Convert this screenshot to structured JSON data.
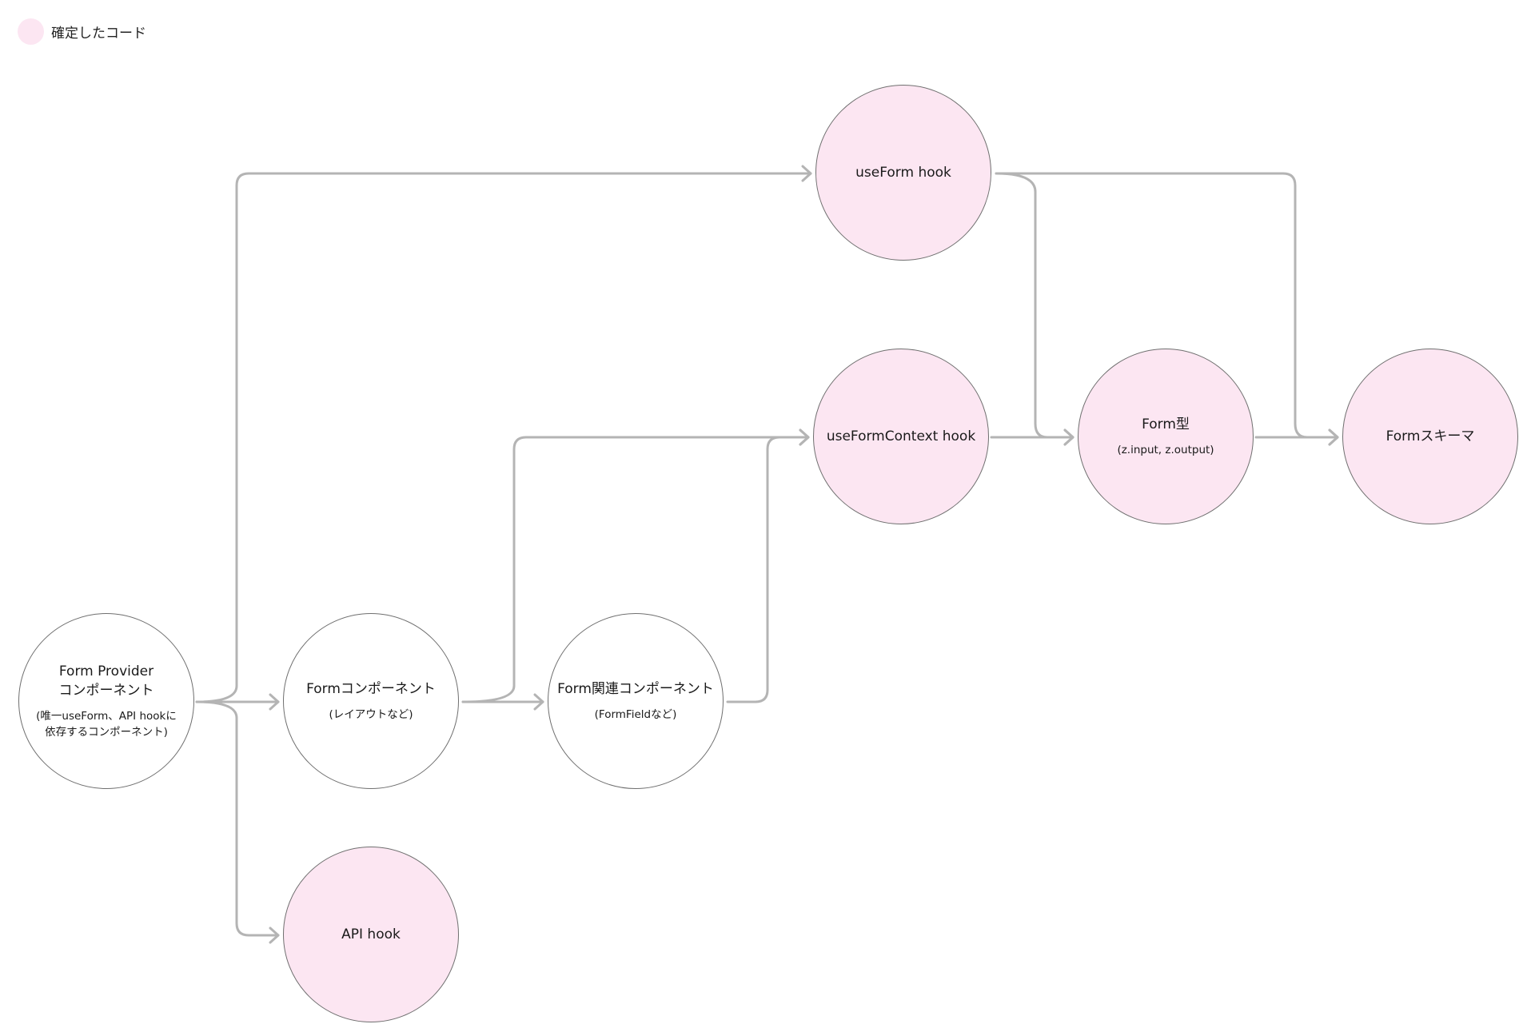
{
  "legend": {
    "label": "確定したコード",
    "color": "#fce6f2"
  },
  "nodes": {
    "form_provider": {
      "title": "Form Provider\nコンポーネント",
      "subtitle": "(唯一useForm、API hookに\n依存するコンポーネント)",
      "confirmed": false
    },
    "form_component": {
      "title": "Formコンポーネント",
      "subtitle": "(レイアウトなど)",
      "confirmed": false
    },
    "form_related": {
      "title": "Form関連コンポーネント",
      "subtitle": "(FormFieldなど)",
      "confirmed": false
    },
    "api_hook": {
      "title": "API hook",
      "confirmed": true
    },
    "use_form": {
      "title": "useForm hook",
      "confirmed": true
    },
    "use_form_context": {
      "title": "useFormContext hook",
      "confirmed": true
    },
    "form_type": {
      "title": "Form型",
      "subtitle": "(z.input, z.output)",
      "confirmed": true
    },
    "form_schema": {
      "title": "Formスキーマ",
      "confirmed": true
    }
  },
  "edges": [
    {
      "from": "form_provider",
      "to": "use_form"
    },
    {
      "from": "form_provider",
      "to": "form_component"
    },
    {
      "from": "form_provider",
      "to": "api_hook"
    },
    {
      "from": "form_component",
      "to": "use_form_context"
    },
    {
      "from": "form_component",
      "to": "form_related"
    },
    {
      "from": "form_related",
      "to": "use_form_context"
    },
    {
      "from": "use_form",
      "to": "form_type"
    },
    {
      "from": "use_form",
      "to": "form_schema"
    },
    {
      "from": "use_form_context",
      "to": "form_type"
    },
    {
      "from": "form_type",
      "to": "form_schema"
    }
  ],
  "colors": {
    "confirmed_fill": "#fce6f2",
    "node_stroke": "#6f6f6f",
    "edge": "#b4b4b4"
  }
}
